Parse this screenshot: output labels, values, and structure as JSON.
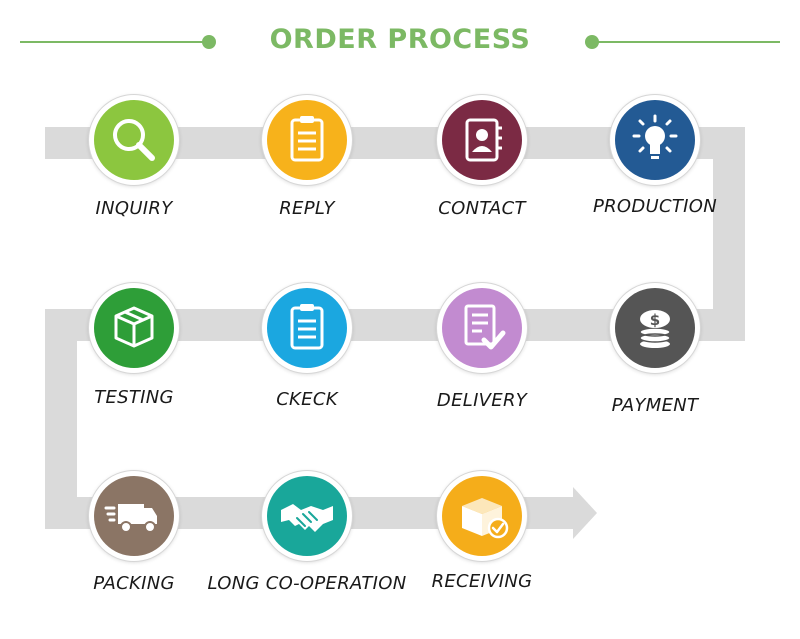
{
  "header": {
    "title": "ORDER PROCESS",
    "accent_color": "#7cb964"
  },
  "flow": {
    "track_color": "#d9d9d9",
    "direction_icon": "arrow-right"
  },
  "steps": [
    {
      "label": "INQUIRY",
      "icon": "magnifier-icon",
      "color": "#8cc63f"
    },
    {
      "label": "REPLY",
      "icon": "clipboard-icon",
      "color": "#f7b21b"
    },
    {
      "label": "CONTACT",
      "icon": "contact-book-icon",
      "color": "#7b2a44"
    },
    {
      "label": "PRODUCTION",
      "icon": "lightbulb-icon",
      "color": "#235a94"
    },
    {
      "label": "PAYMENT",
      "icon": "coins-icon",
      "color": "#555555"
    },
    {
      "label": "DELIVERY",
      "icon": "document-check-icon",
      "color": "#c28bd0"
    },
    {
      "label": "CKECK",
      "icon": "clipboard-icon",
      "color": "#1ba7e0"
    },
    {
      "label": "TESTING",
      "icon": "package-box-icon",
      "color": "#2e9e38"
    },
    {
      "label": "PACKING",
      "icon": "delivery-truck-icon",
      "color": "#8b7565"
    },
    {
      "label": "LONG CO-OPERATION",
      "icon": "handshake-icon",
      "color": "#19a79a"
    },
    {
      "label": "RECEIVING",
      "icon": "open-box-check-icon",
      "color": "#f5ad1a"
    }
  ]
}
